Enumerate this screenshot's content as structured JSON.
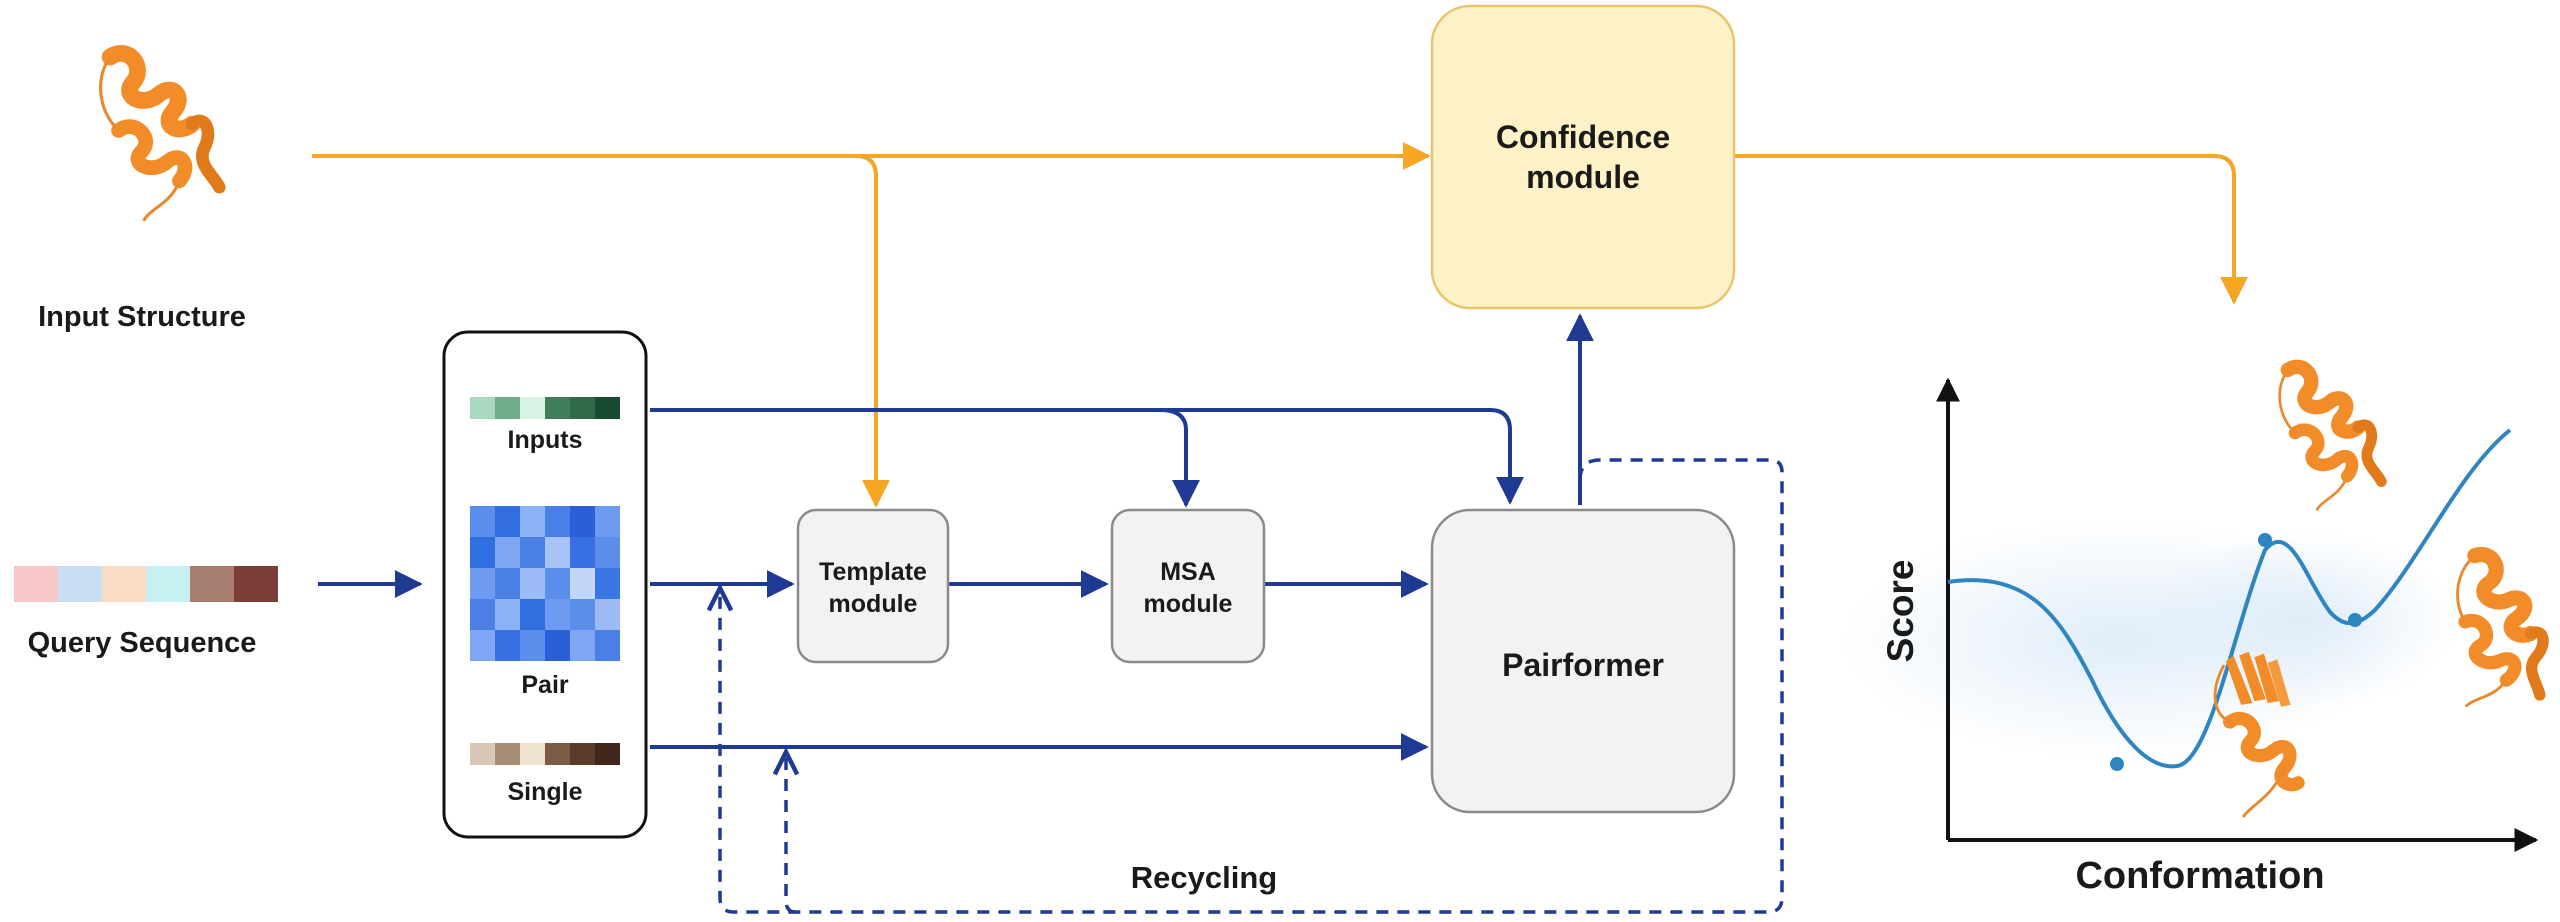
{
  "labels": {
    "input_structure": "Input Structure",
    "query_sequence": "Query Sequence",
    "inputs": "Inputs",
    "pair": "Pair",
    "single": "Single",
    "template_module_1": "Template",
    "template_module_2": "module",
    "msa_module_1": "MSA",
    "msa_module_2": "module",
    "confidence_module_1": "Confidence",
    "confidence_module_2": "module",
    "pairformer": "Pairformer",
    "recycling": "Recycling"
  },
  "plot": {
    "ylabel": "Score",
    "xlabel": "Conformation"
  },
  "colors": {
    "orange": "#F5A623",
    "protein_orange": "#F28C28",
    "navy": "#1F3A93",
    "confidence_fill": "#FDF1C7",
    "confidence_stroke": "#E9C46A",
    "module_fill": "#F2F2F2",
    "module_stroke": "#8A8A8A",
    "curve": "#2E86C1"
  },
  "strips": {
    "query": [
      "#F7C6C6",
      "#C9DDF5",
      "#F9DCC4",
      "#C6F0F2",
      "#A87F6E",
      "#7A3E36"
    ],
    "inputs": [
      "#A9D9BE",
      "#6FAE8A",
      "#D8F3E4",
      "#3E7F5A",
      "#2F6B4A",
      "#1B4A32"
    ],
    "single": [
      "#D8C7B5",
      "#A88E77",
      "#F0E2D0",
      "#7C5B45",
      "#5A3C2A",
      "#3F281A"
    ]
  },
  "pair_grid": [
    [
      "#5B8DEB",
      "#2F6FE0",
      "#8DB2F5",
      "#4A7FE6",
      "#2A5FD8",
      "#6E9AF0"
    ],
    [
      "#2F6FE0",
      "#7EA6F3",
      "#4A7FE6",
      "#A9C4F7",
      "#3670E2",
      "#5B8DEB"
    ],
    [
      "#6E9AF0",
      "#4A7FE6",
      "#9DBBF6",
      "#5B8DEB",
      "#C2D6FA",
      "#3A75E4"
    ],
    [
      "#4A7FE6",
      "#8DB2F5",
      "#2F6FE0",
      "#6E9AF0",
      "#5B8DEB",
      "#9DBBF6"
    ],
    [
      "#7EA6F3",
      "#3670E2",
      "#5B8DEB",
      "#2A5FD8",
      "#7EA6F3",
      "#4A7FE6"
    ]
  ]
}
